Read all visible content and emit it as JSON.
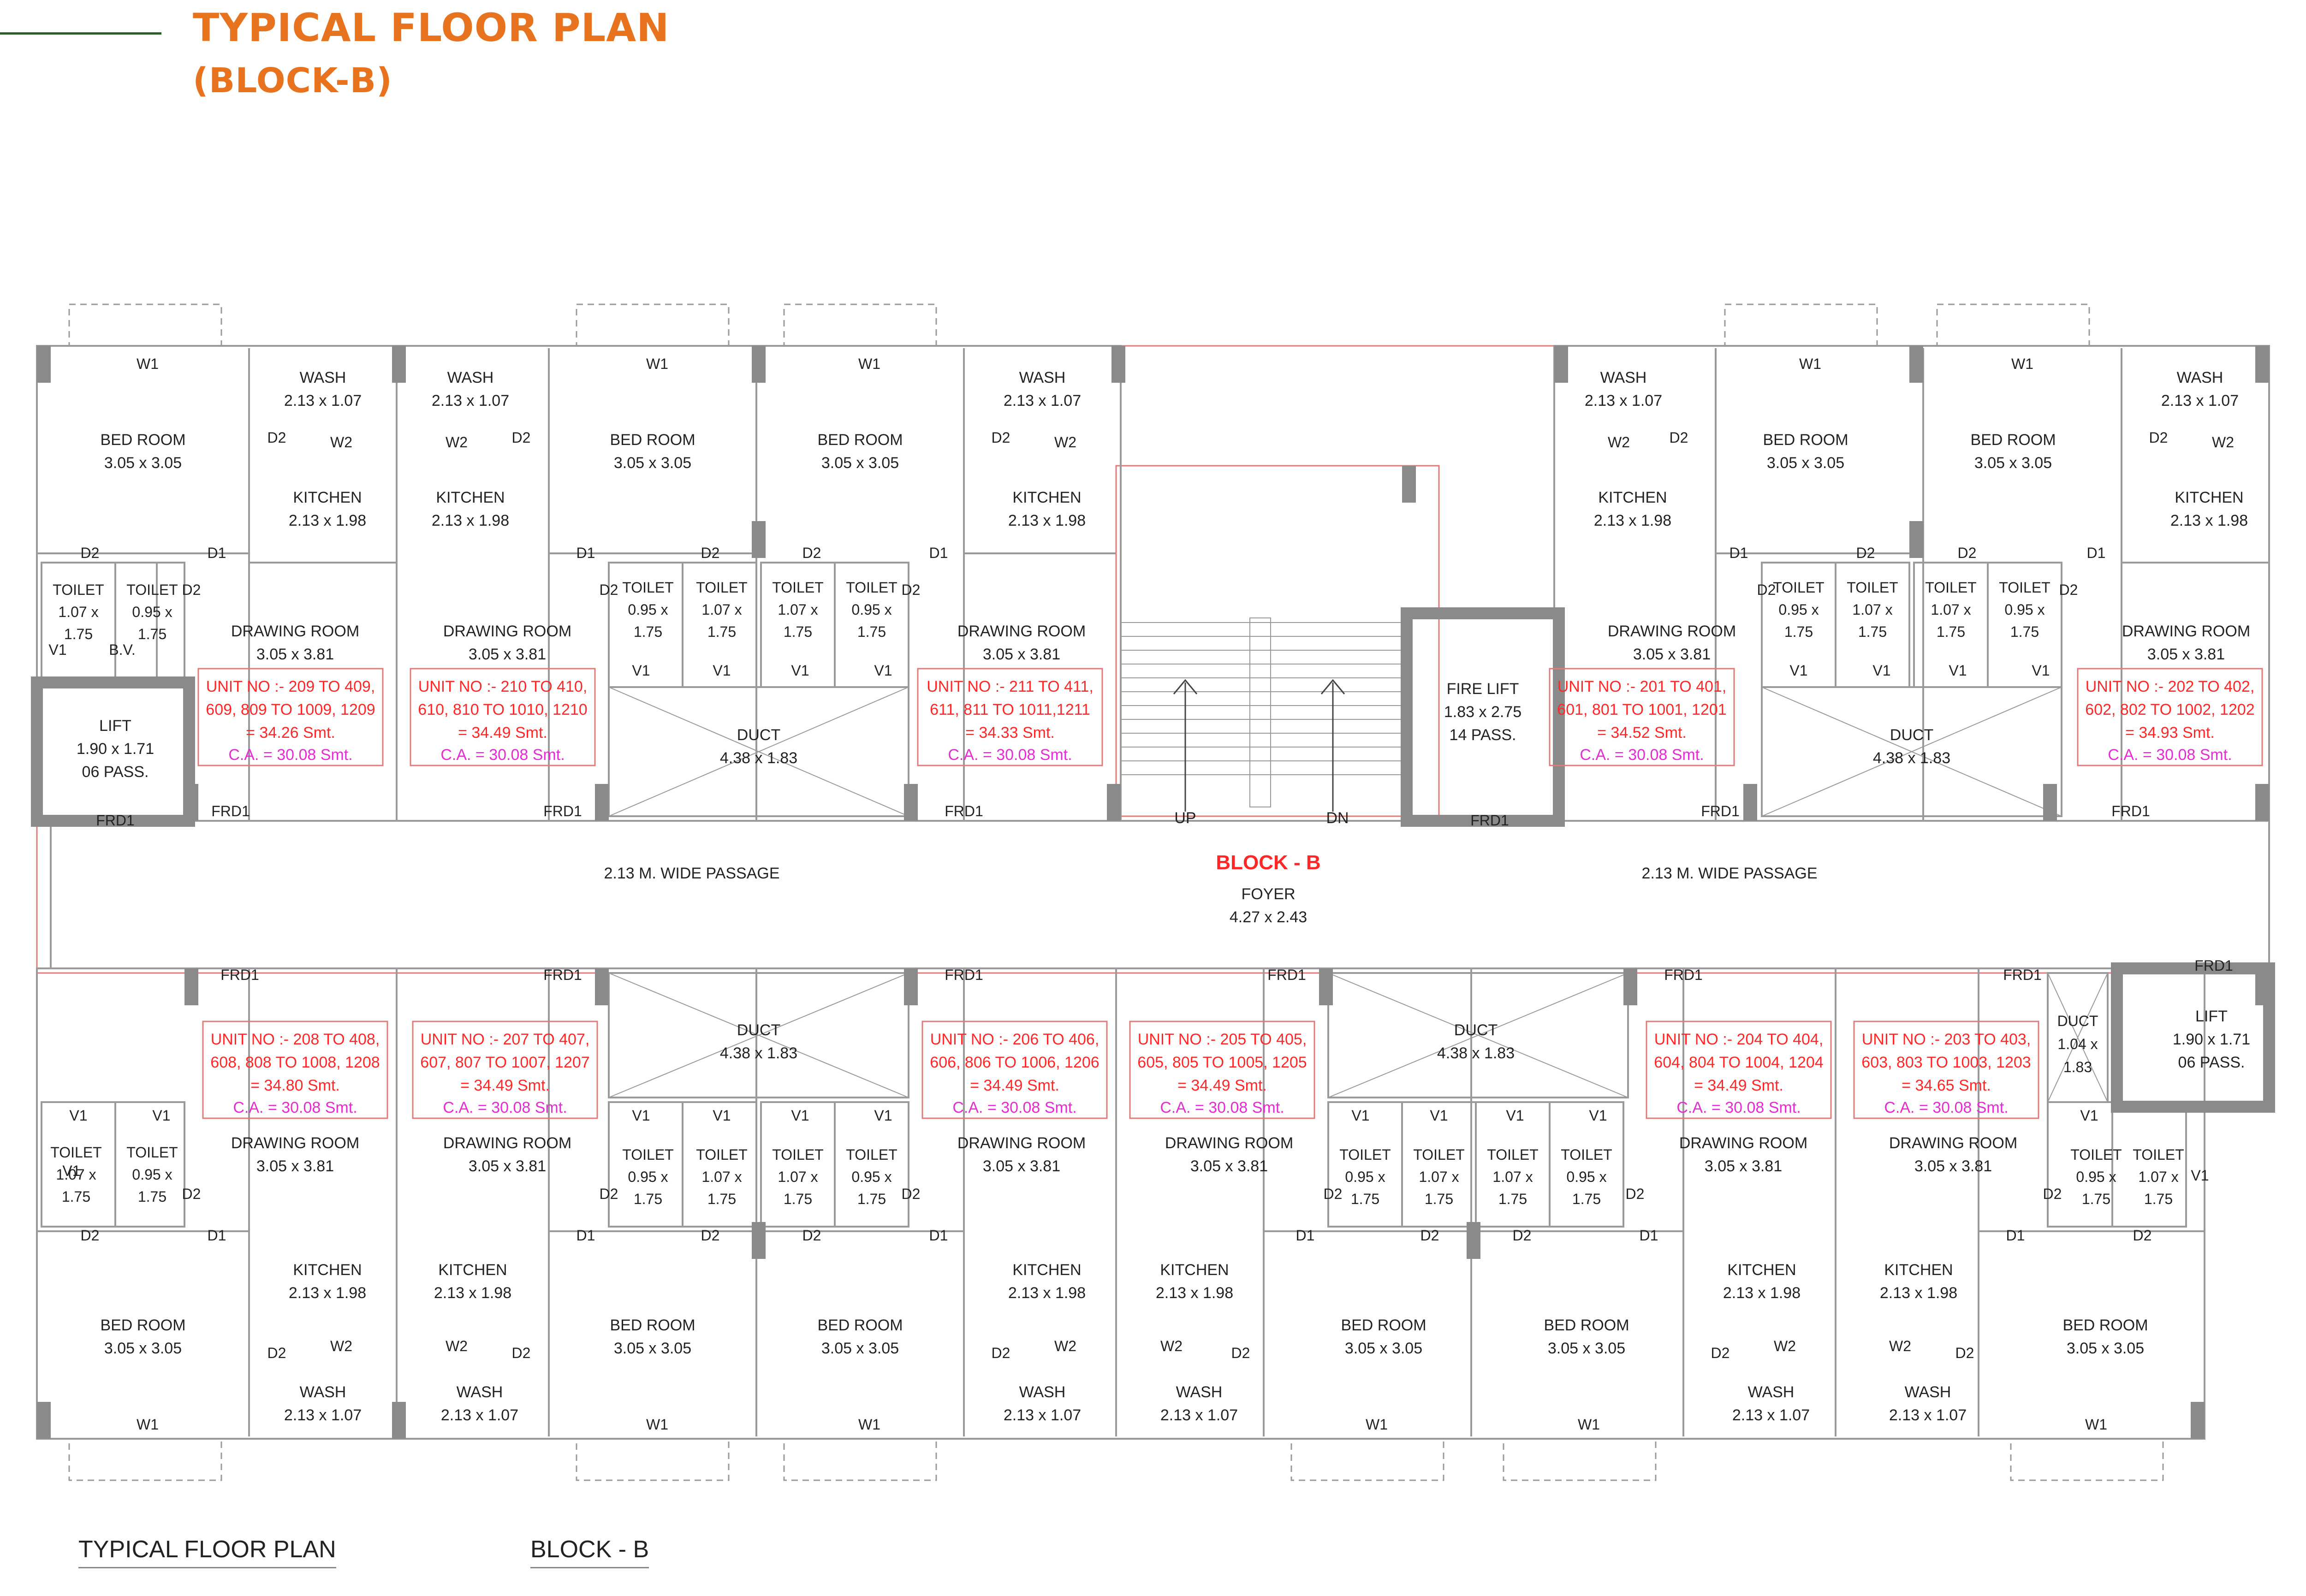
{
  "header": {
    "title": "TYPICAL FLOOR PLAN",
    "subtitle": "(BLOCK-B)"
  },
  "footer": {
    "left_label": "TYPICAL FLOOR PLAN",
    "right_label": "BLOCK - B"
  },
  "plan": {
    "block_label": "BLOCK - B",
    "foyer_label": "FOYER",
    "foyer_size": "4.27 x 2.43",
    "passage_label": "2.13 M.   WIDE   PASSAGE",
    "stair_up": "UP",
    "stair_dn": "DN",
    "fire_lift_label": "FIRE LIFT",
    "fire_lift_size": "1.83 x 2.75",
    "fire_lift_cap": "14 PASS.",
    "lift_label": "LIFT",
    "lift_size": "1.90 x 1.71",
    "lift_cap": "06 PASS.",
    "duct_label": "DUCT",
    "duct_size": "4.38 x 1.83",
    "small_duct_size_a": "1.04 x",
    "small_duct_size_b": "1.83",
    "rooms": {
      "bed": "BED ROOM",
      "bed_size": "3.05 x 3.05",
      "kitchen": "KITCHEN",
      "kitchen_size": "2.13 x 1.98",
      "wash": "WASH",
      "wash_size": "2.13 x 1.07",
      "drawing": "DRAWING ROOM",
      "drawing_size": "3.05 x 3.81",
      "toilet": "TOILET",
      "toilet_a1": "1.07 x",
      "toilet_b1": "0.95 x",
      "toilet_s2": "1.75"
    },
    "tags": {
      "w1": "W1",
      "w2": "W2",
      "d1": "D1",
      "d2": "D2",
      "v1": "V1",
      "frd1": "FRD1",
      "bv": "B.V."
    },
    "ca": "C.A. = 30.08 Smt.",
    "units_top": [
      {
        "line1": "UNIT NO :- 209 TO 409,",
        "line2": "609, 809 TO 1009, 1209",
        "area": "= 34.26 Smt."
      },
      {
        "line1": "UNIT NO :- 210 TO 410,",
        "line2": "610, 810 TO 1010, 1210",
        "area": "= 34.49 Smt."
      },
      {
        "line1": "UNIT NO :- 211 TO 411,",
        "line2": "611, 811 TO 1011,1211",
        "area": "= 34.33 Smt."
      },
      {
        "line1": "UNIT NO :- 201 TO 401,",
        "line2": "601, 801 TO 1001, 1201",
        "area": "= 34.52 Smt."
      },
      {
        "line1": "UNIT NO :- 202 TO 402,",
        "line2": "602, 802 TO 1002, 1202",
        "area": "= 34.93 Smt."
      }
    ],
    "units_bottom": [
      {
        "line1": "UNIT NO :- 208 TO 408,",
        "line2": "608, 808 TO 1008, 1208",
        "area": "= 34.80 Smt."
      },
      {
        "line1": "UNIT NO :- 207 TO 407,",
        "line2": "607, 807 TO 1007, 1207",
        "area": "= 34.49 Smt."
      },
      {
        "line1": "UNIT NO :- 206 TO 406,",
        "line2": "606, 806 TO 1006, 1206",
        "area": "= 34.49 Smt."
      },
      {
        "line1": "UNIT NO :- 205 TO 405,",
        "line2": "605, 805 TO 1005, 1205",
        "area": "= 34.49 Smt."
      },
      {
        "line1": "UNIT NO :- 204 TO 404,",
        "line2": "604, 804 TO 1004, 1204",
        "area": "= 34.49 Smt."
      },
      {
        "line1": "UNIT NO :- 203 TO 403,",
        "line2": "603, 803 TO 1003, 1203",
        "area": "= 34.65 Smt."
      }
    ],
    "colors": {
      "wall": "#8a8a8a",
      "line": "#9a9a9a",
      "outline": "#e07b7b",
      "unit_text": "#ff2727",
      "ca_text": "#e42cd2",
      "title": "#e8731f"
    }
  }
}
